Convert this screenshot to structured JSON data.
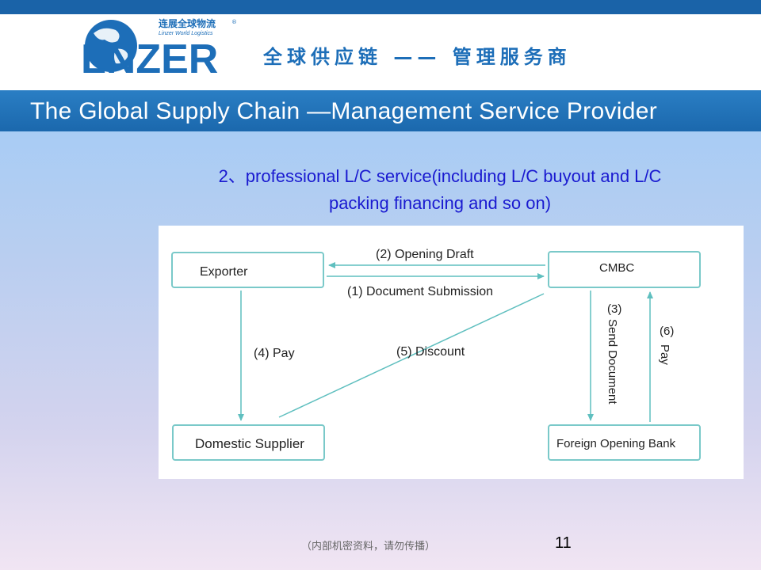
{
  "header": {
    "logo": {
      "wordmark": "LNZER",
      "cn_name": "连展全球物流",
      "reg_mark": "®",
      "en_name": "Linzer World Logistics"
    },
    "slogan_cn": "全球供应链 —— 管理服务商",
    "slogan_en": "The Global Supply Chain  —Management Service Provider"
  },
  "title": {
    "line1": "2、professional L/C service(including L/C buyout  and L/C",
    "line2": "packing financing and so on)"
  },
  "diagram": {
    "nodes": {
      "exporter": "Exporter",
      "cmbc": "CMBC",
      "domestic_supplier": "Domestic Supplier",
      "foreign_bank": "Foreign Opening Bank"
    },
    "edges": {
      "opening_draft": "(2) Opening Draft",
      "document_submission": "(1) Document Submission",
      "send_document_num": "(3)",
      "send_document": "Send Document",
      "pay6_num": "(6)",
      "pay6": "Pay",
      "pay4": "(4) Pay",
      "discount": "(5) Discount"
    },
    "colors": {
      "box": "#7ac9c9",
      "arrow": "#5fbfbf",
      "text": "#222222"
    }
  },
  "footer": {
    "note": "（内部机密资料，请勿传播）",
    "page": "11"
  }
}
